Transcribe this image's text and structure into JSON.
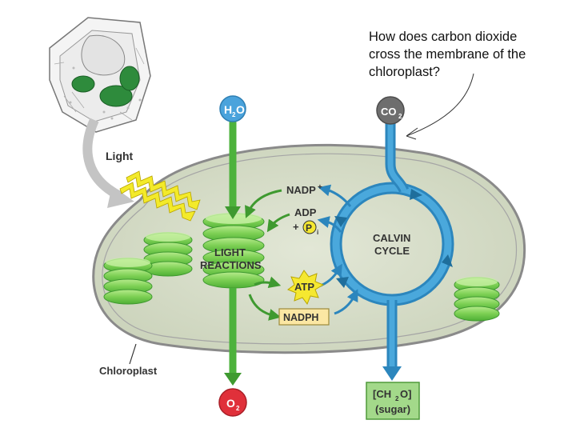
{
  "question": {
    "line1": "How does carbon dioxide",
    "line2": "cross the membrane of the",
    "line3": "chloroplast?"
  },
  "labels": {
    "light": "Light",
    "chloroplast": "Chloroplast",
    "light_reactions_1": "LIGHT",
    "light_reactions_2": "REACTIONS",
    "calvin_1": "CALVIN",
    "calvin_2": "CYCLE",
    "nadp_plus": "NADP",
    "plus_sign": "+",
    "adp": "ADP",
    "adp_plus": "+",
    "pi": "P",
    "pi_sub": "i",
    "atp": "ATP",
    "nadph": "NADPH",
    "h2o_h": "H",
    "h2o_2": "2",
    "h2o_o": "O",
    "co2_co": "CO",
    "co2_2": "2",
    "o2_o": "O",
    "o2_2": "2",
    "sugar_a": "[CH",
    "sugar_2": "2",
    "sugar_b": "O]",
    "sugar_c": "(sugar)"
  },
  "colors": {
    "stroma": "#d5dcc6",
    "membrane": "#8a8a8a",
    "thylakoid": "#7ccf53",
    "thylakoid_light": "#a8e07e",
    "green_arrow": "#4db23c",
    "calvin_blue": "#3a9bd0",
    "h2o_badge": "#4aa3dc",
    "co2_badge": "#6e6e6e",
    "o2_badge": "#e0303a",
    "atp_star": "#f5e830",
    "nadph_box": "#fbe7a3",
    "sugar_box": "#a3d98a",
    "lightning": "#f3ea2a"
  }
}
